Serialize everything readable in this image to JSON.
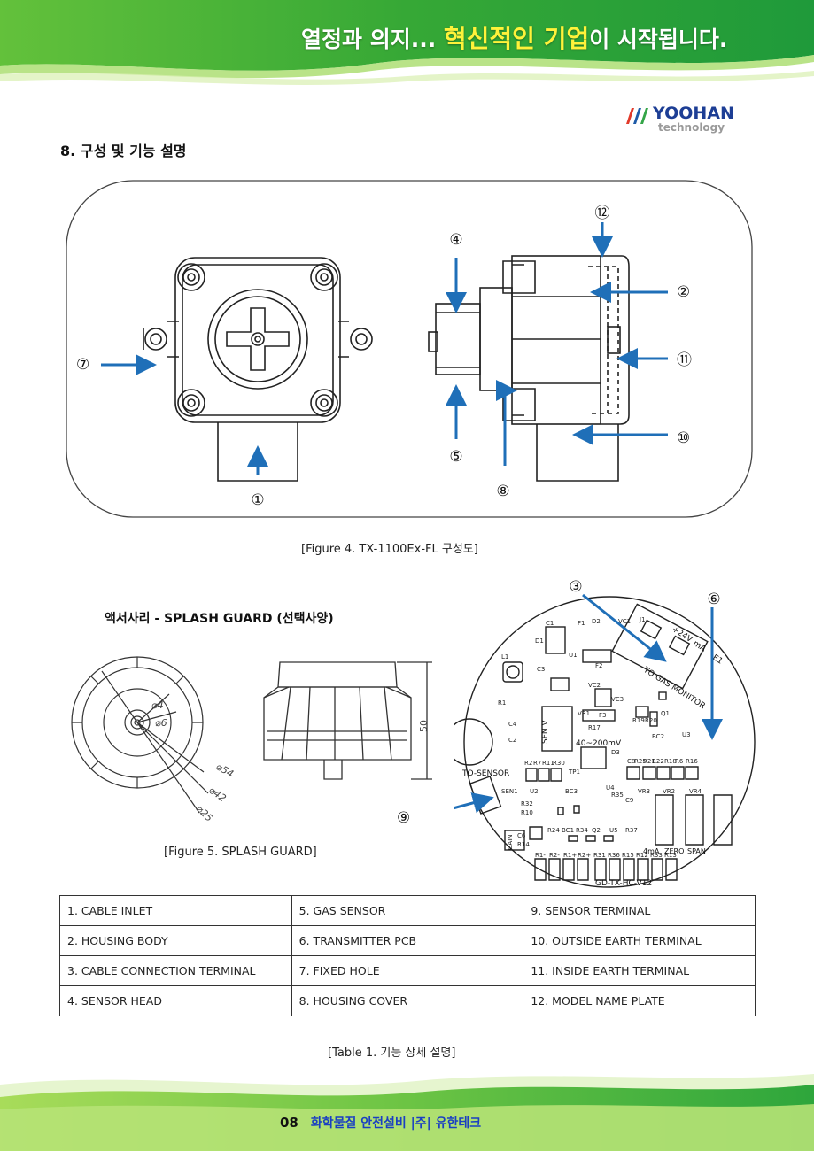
{
  "header": {
    "text_pre": "열정과 의지... ",
    "text_highlight": "혁신적인 기업",
    "text_post": "이 시작됩니다."
  },
  "logo": {
    "brand": "YOOHAN",
    "sub": "technology"
  },
  "section_title": "8. 구성 및 기능 설명",
  "figure4": {
    "caption": "[Figure 4. TX-1100Ex-FL 구성도]",
    "callouts": [
      "①",
      "②",
      "④",
      "⑤",
      "⑦",
      "⑧",
      "⑩",
      "⑪",
      "⑫"
    ]
  },
  "accessory": {
    "title": "액서사리 - SPLASH GUARD (선택사양)",
    "dims": [
      "⌀4",
      "⌀6",
      "⌀54",
      "⌀42",
      "⌀25",
      "50"
    ],
    "caption": "[Figure 5. SPLASH GUARD]"
  },
  "pcb": {
    "callouts": [
      "③",
      "⑥",
      "⑨"
    ],
    "labels": {
      "to_gas_monitor": "TO GAS MONITOR",
      "to_sensor": "TO-SENSOR",
      "board": "GD-TX-HC-V12",
      "sfn": "SFN V",
      "mv_range": "40~200mV",
      "ma": "4mA",
      "zero": "ZERO",
      "span": "SPAN",
      "gain": "GAIN",
      "v24": "+24V",
      "mA": "mA",
      "e1": "E1",
      "parts": [
        "C1",
        "F1",
        "D2",
        "VC1",
        "J1",
        "D1",
        "U1",
        "F2",
        "L1",
        "C3",
        "VC2",
        "VC3",
        "Q1",
        "F3",
        "R19",
        "R20",
        "R1",
        "VR1",
        "R17",
        "BC2",
        "U3",
        "C4",
        "C2",
        "D3",
        "R2",
        "R7",
        "R11",
        "R30",
        "TP1",
        "C8",
        "R25",
        "R21",
        "R22",
        "R18",
        "R6",
        "R16",
        "SEN1",
        "U2",
        "BC3",
        "U4",
        "R35",
        "C9",
        "VR3",
        "VR2",
        "VR4",
        "R32",
        "R10",
        "C6",
        "R14",
        "R24",
        "BC1",
        "R34",
        "Q2",
        "U5",
        "R37",
        "R1-",
        "R2-",
        "R1+",
        "R2+",
        "R31",
        "R36",
        "R15",
        "R12",
        "R33",
        "R13"
      ]
    }
  },
  "table": {
    "rows": [
      [
        "1. CABLE INLET",
        "5. GAS SENSOR",
        "9. SENSOR TERMINAL"
      ],
      [
        "2. HOUSING BODY",
        "6. TRANSMITTER PCB",
        "10. OUTSIDE EARTH TERMINAL"
      ],
      [
        "3. CABLE CONNECTION TERMINAL",
        "7. FIXED HOLE",
        "11. INSIDE EARTH TERMINAL"
      ],
      [
        "4. SENSOR HEAD",
        "8. HOUSING COVER",
        "12. MODEL NAME PLATE"
      ]
    ],
    "caption": "[Table 1. 기능 상세 설명]"
  },
  "footer": {
    "page": "08",
    "company": "화학물질 안전설비  |주| 유한테크"
  },
  "colors": {
    "header_green": "#3aa935",
    "highlight_yellow": "#fff23a",
    "arrow_blue": "#1f6fb8",
    "footer_blue": "#1a3fc2"
  }
}
